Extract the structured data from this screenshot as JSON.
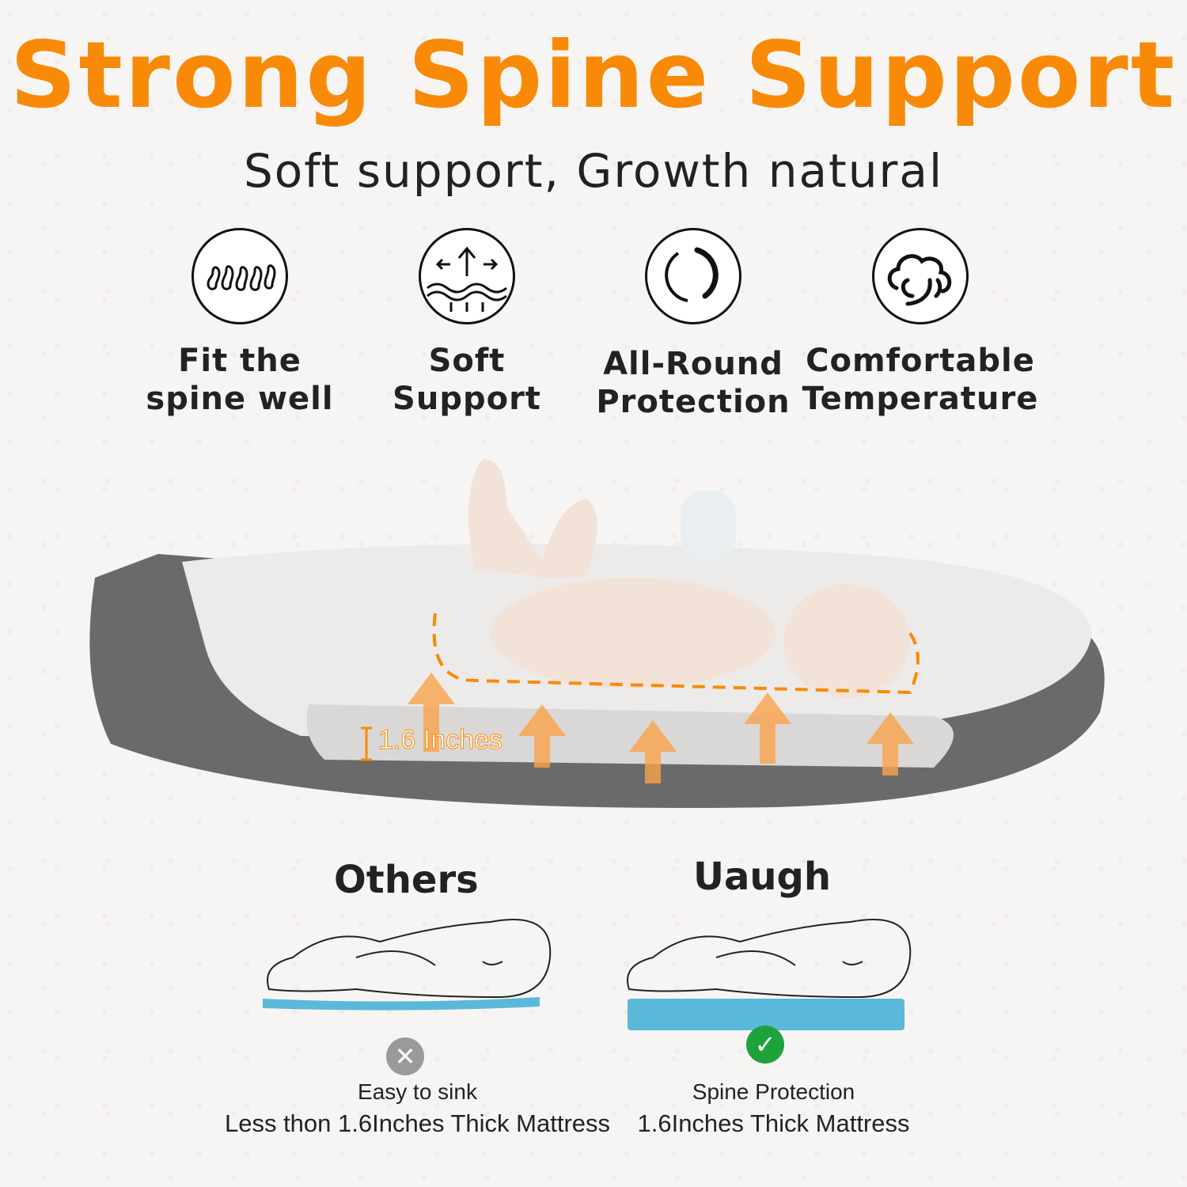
{
  "title": "Strong Spine Support",
  "subtitle": "Soft support, Growth natural",
  "features": [
    {
      "line1": "Fit the",
      "line2": "spine well",
      "icon": "spine-icon"
    },
    {
      "line1": "Soft",
      "line2": "Support",
      "icon": "soft-support-icon"
    },
    {
      "line1": "All-Round",
      "line2": "Protection",
      "icon": "all-round-icon"
    },
    {
      "line1": "Comfortable",
      "line2": "Temperature",
      "icon": "cloud-icon"
    }
  ],
  "photo": {
    "thickness_label": "1.6 Inches"
  },
  "comparison": {
    "others": {
      "heading": "Others",
      "line1": "Easy to sink",
      "line2": "Less thon 1.6Inches Thick Mattress",
      "status": "x"
    },
    "uaugh": {
      "heading": "Uaugh",
      "line1": "Spine Protection",
      "line2": "1.6Inches Thick Mattress",
      "status": "check"
    }
  },
  "colors": {
    "accent": "#f98a07",
    "mattress": "#5bb8d8",
    "check": "#1ea33c",
    "cross": "#9a9a9a"
  }
}
